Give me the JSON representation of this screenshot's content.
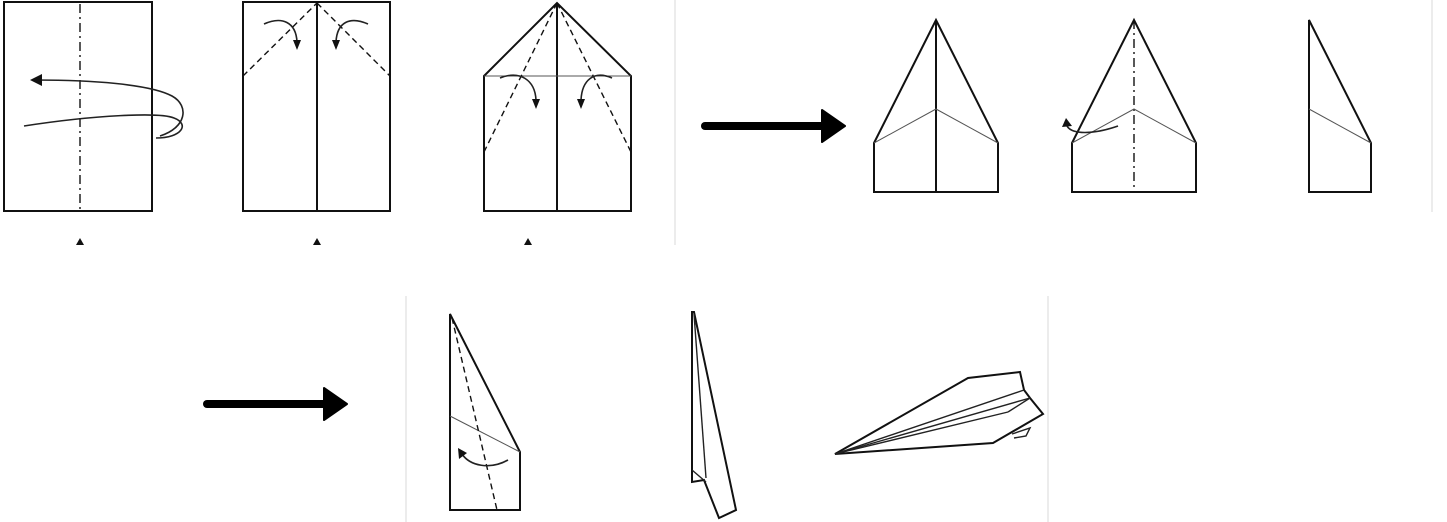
{
  "title": "",
  "steps": [
    {
      "id": 1,
      "icon": "fold-in-half-lengthwise-icon"
    },
    {
      "id": 2,
      "icon": "fold-top-corners-icon"
    },
    {
      "id": 3,
      "icon": "fold-edges-to-center-icon"
    },
    {
      "id": 4,
      "icon": "folded-point-icon"
    },
    {
      "id": 5,
      "icon": "fold-in-half-icon"
    },
    {
      "id": 6,
      "icon": "half-side-view-icon"
    },
    {
      "id": 7,
      "icon": "fold-wing-down-icon"
    },
    {
      "id": 8,
      "icon": "folded-wing-side-view-icon"
    },
    {
      "id": 9,
      "icon": "finished-paper-airplane-icon"
    }
  ],
  "arrows": [
    {
      "id": 1,
      "icon": "arrow-right-icon"
    },
    {
      "id": 2,
      "icon": "arrow-right-icon"
    }
  ],
  "colors": {
    "line": "#111111",
    "crease": "#555555",
    "arrow": "#000000",
    "background": "#ffffff"
  }
}
